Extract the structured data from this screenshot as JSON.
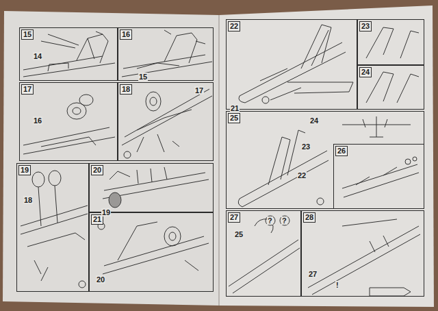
{
  "diagram": {
    "nodes": [
      {
        "text": [
          "15"
        ]
      },
      {
        "text": [
          "16"
        ]
      },
      {
        "text": [
          "17"
        ]
      },
      {
        "text": [
          "18"
        ]
      },
      {
        "text": [
          "19"
        ]
      },
      {
        "text": [
          "20"
        ]
      },
      {
        "text": [
          "21"
        ]
      },
      {
        "text": [
          "22"
        ]
      },
      {
        "text": [
          "23"
        ]
      },
      {
        "text": [
          "24"
        ]
      },
      {
        "text": [
          "25"
        ]
      },
      {
        "text": [
          "26"
        ]
      },
      {
        "text": [
          "27"
        ]
      },
      {
        "text": [
          "28"
        ]
      }
    ],
    "edges": [],
    "labels": [
      "14",
      "15",
      "16",
      "17",
      "18",
      "19",
      "20",
      "21",
      "24",
      "23",
      "22",
      "25",
      "27",
      "?",
      "?",
      "!"
    ]
  }
}
